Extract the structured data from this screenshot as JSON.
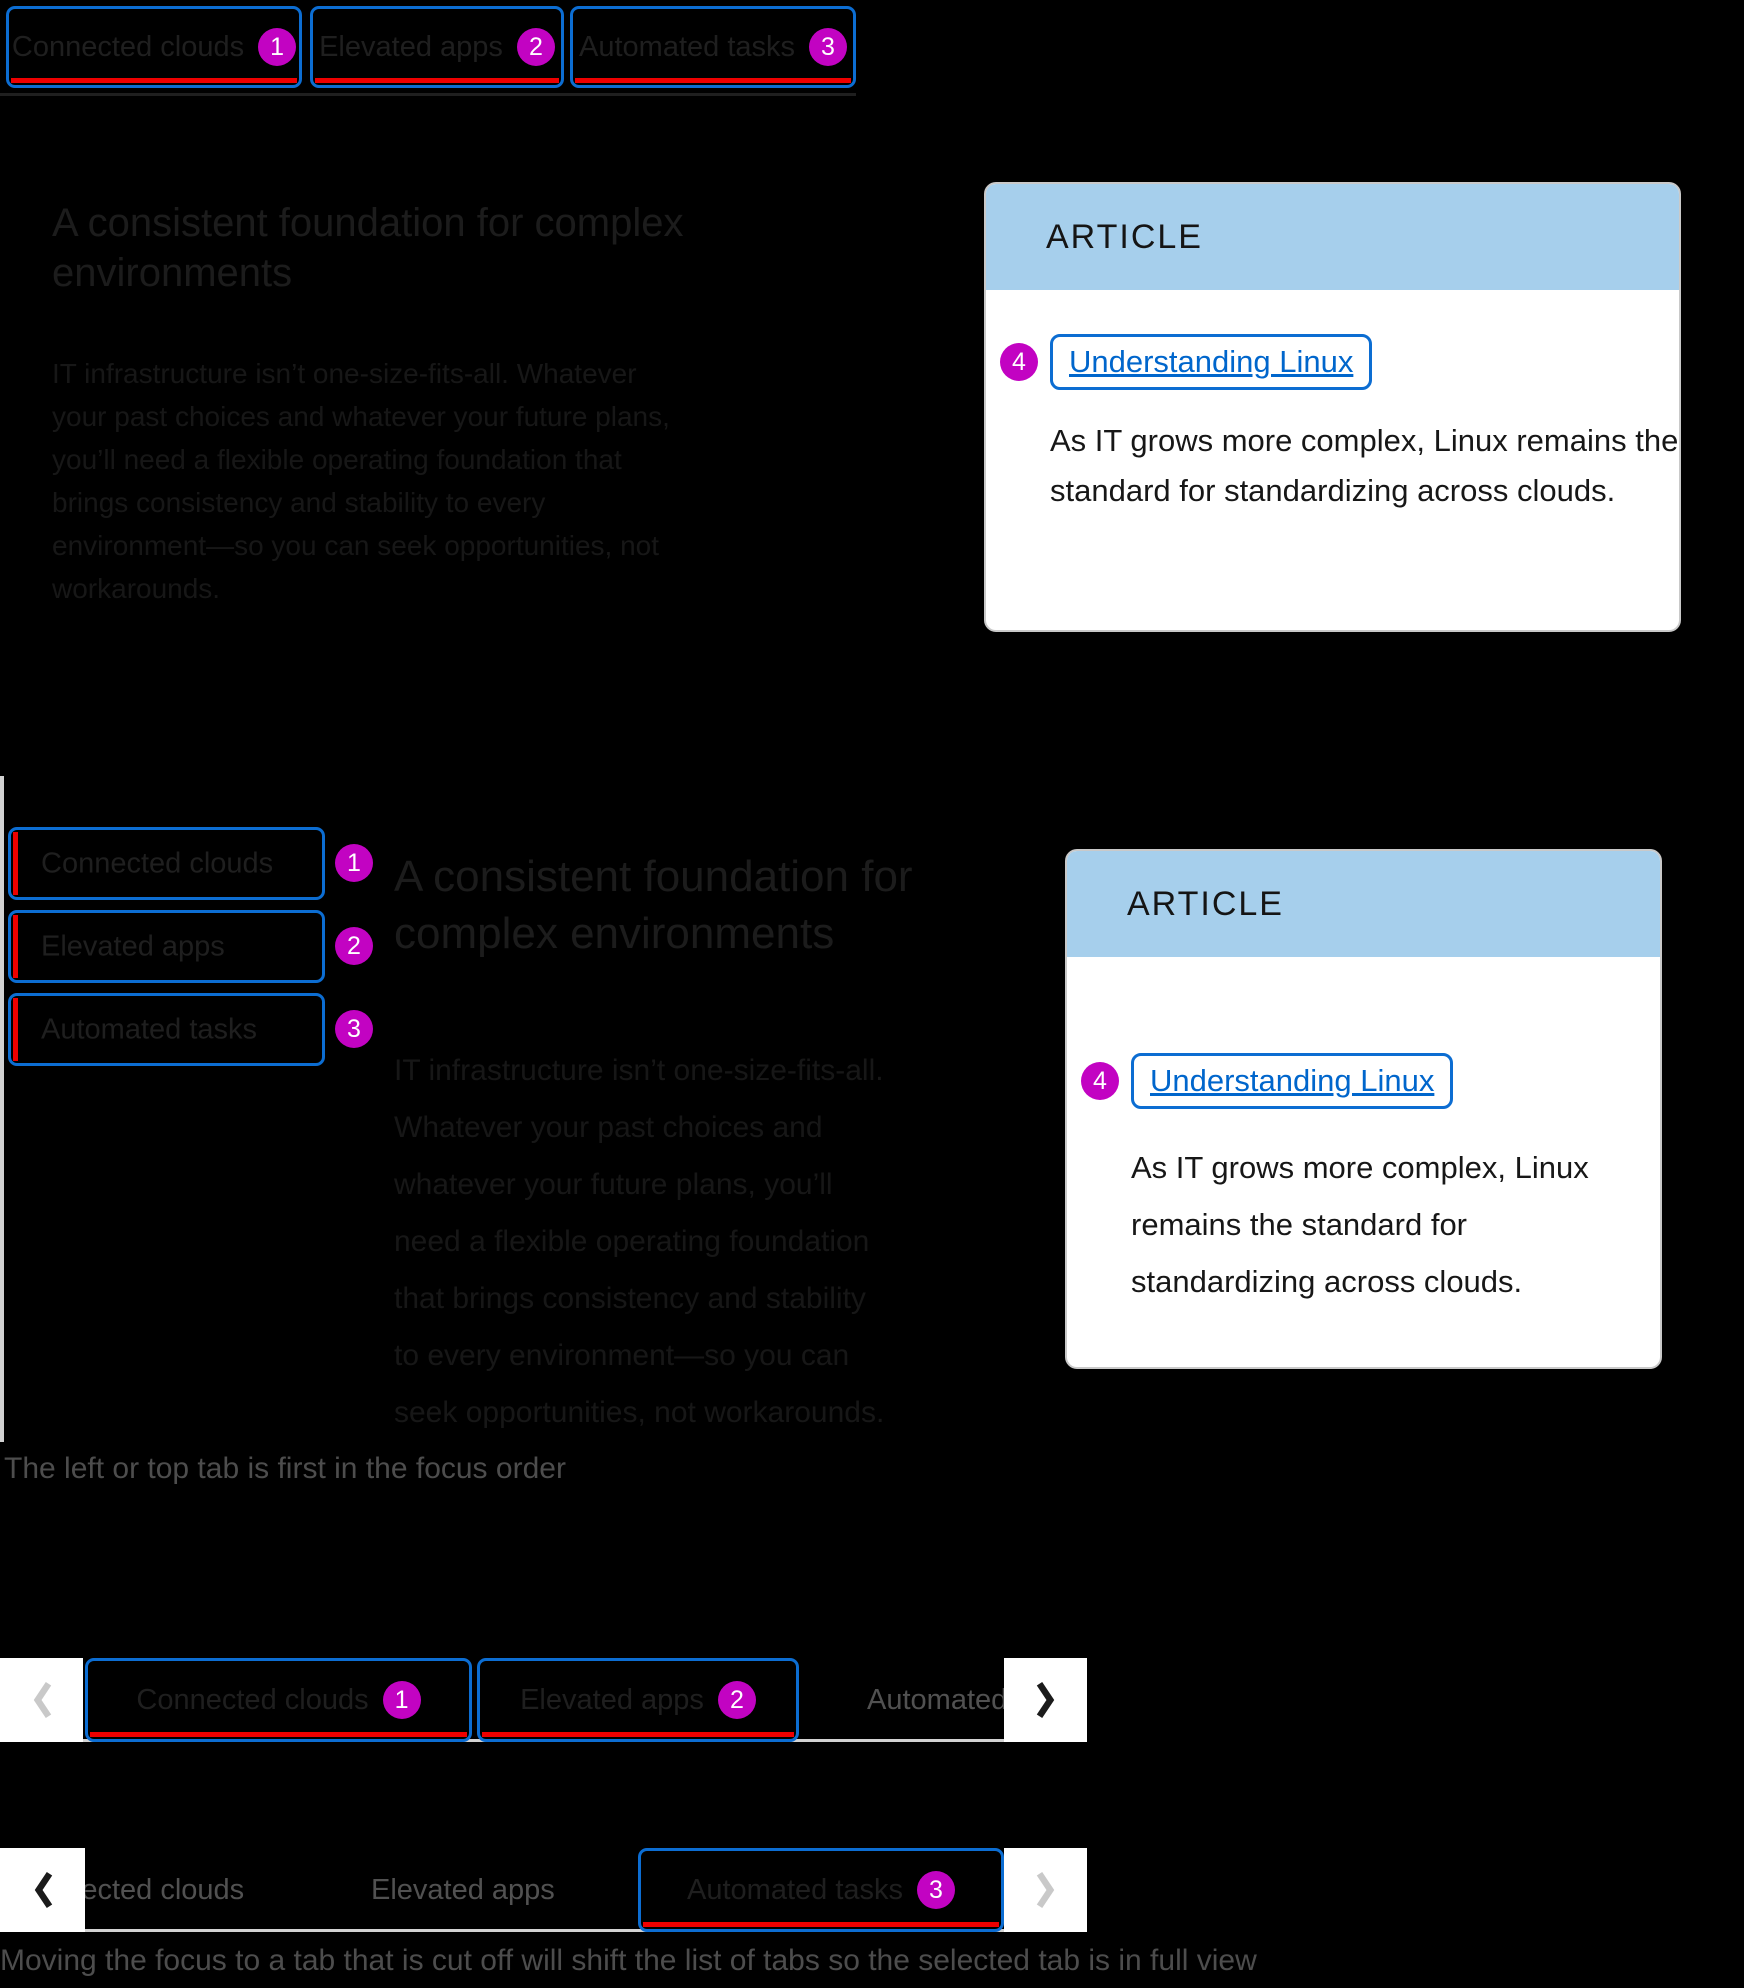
{
  "colors": {
    "focus_outline_blue": "#0c6dd2",
    "active_tab_red": "#ee0000",
    "focus_order_badge_magenta": "#c203c2",
    "card_header_blue": "#a6cfec",
    "link_blue": "#0066cc"
  },
  "horizontal_example": {
    "tabs": [
      {
        "label": "Connected clouds",
        "badge": "1"
      },
      {
        "label": "Elevated apps",
        "badge": "2"
      },
      {
        "label": "Automated tasks",
        "badge": "3"
      }
    ],
    "heading_lines": [
      "A consistent foundation for complex",
      "environments"
    ],
    "paragraph_lines": [
      "IT infrastructure isn’t one-size-fits-all. Whatever",
      "your past choices and whatever your future plans,",
      "you’ll need a flexible operating foundation that",
      "brings consistency and stability to every",
      "environment—so you can seek opportunities, not",
      "workarounds."
    ],
    "card": {
      "eyebrow": "ARTICLE",
      "badge": "4",
      "link_label": "Understanding Linux",
      "body_lines": [
        "As IT grows more complex, Linux",
        "remains the standard for",
        "standardizing across clouds."
      ]
    }
  },
  "vertical_example": {
    "tabs": [
      {
        "label": "Connected clouds",
        "badge": "1"
      },
      {
        "label": "Elevated apps",
        "badge": "2"
      },
      {
        "label": "Automated tasks",
        "badge": "3"
      }
    ],
    "heading_lines": [
      "A consistent foundation for",
      "complex environments"
    ],
    "paragraph_lines": [
      "IT infrastructure isn’t one-size-fits-all.",
      "Whatever your past choices and",
      "whatever your future plans, you’ll",
      "need a flexible operating foundation",
      "that brings consistency and stability",
      "to every environment—so you can",
      "seek opportunities, not workarounds."
    ],
    "card": {
      "eyebrow": "ARTICLE",
      "badge": "4",
      "link_label": "Understanding Linux",
      "body_lines": [
        "As IT grows more complex,",
        "Linux remains the standard for",
        "standardizing across clouds."
      ]
    }
  },
  "caption_focus_order": "The left or top tab is first in the focus order",
  "overflow_example_start": {
    "tabs": [
      {
        "label": "Connected clouds",
        "badge": "1"
      },
      {
        "label": "Elevated apps",
        "badge": "2"
      }
    ],
    "cut_tab_label": "Automated tasks"
  },
  "overflow_example_end": {
    "cut_tab_label": "Connected clouds",
    "middle_tab_label": "Elevated apps",
    "focused_tab": {
      "label": "Automated tasks",
      "badge": "3"
    }
  },
  "caption_overflow": "Moving the focus to a tab that is cut off will shift the list of tabs so the selected tab is in full view"
}
